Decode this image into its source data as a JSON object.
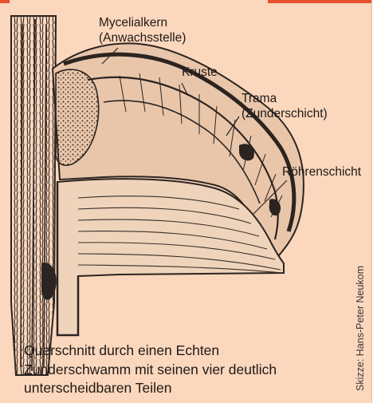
{
  "labels": {
    "mycelialkern": [
      "Mycelialkern",
      "(Anwachsstelle)"
    ],
    "kruste": "Kruste",
    "trama": [
      "Trama",
      "(Zunderschicht)"
    ],
    "roehrenschicht": "Röhrenschicht"
  },
  "caption": [
    "Querschnitt durch einen Echten",
    "Zunderschwamm mit seinen vier deutlich",
    "unterscheidbaren Teilen"
  ],
  "credit": "Skizze: Hans-Peter Neukom",
  "colors": {
    "background": "#fbd7bd",
    "accent": "#e4512a",
    "ink": "#1f1a17"
  }
}
